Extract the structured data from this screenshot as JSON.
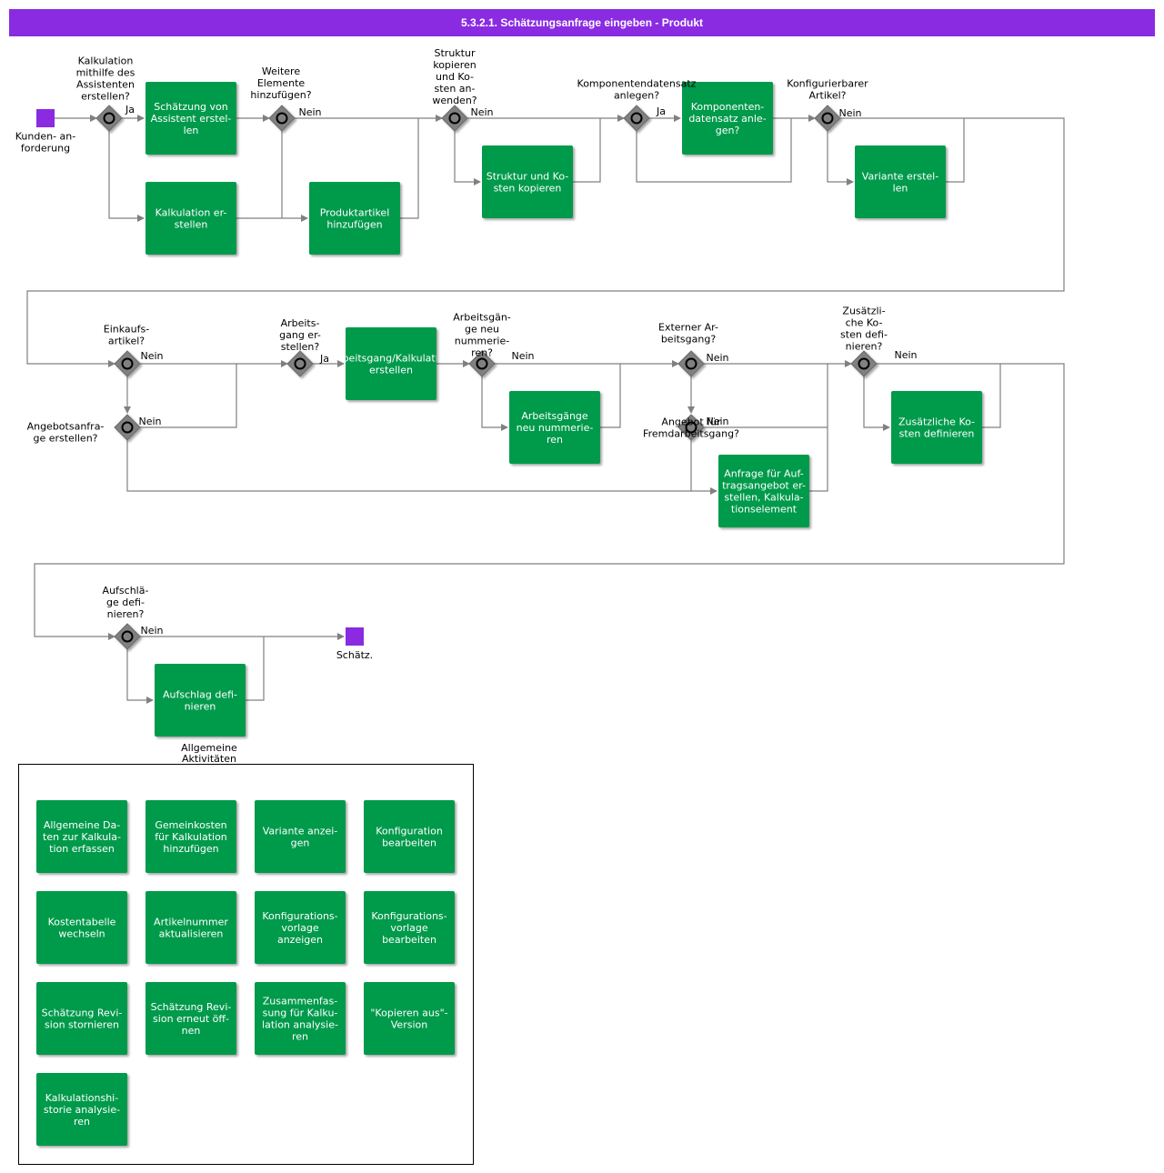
{
  "title": "5.3.2.1. Schätzungsanfrage eingeben - Produkt",
  "colors": {
    "header": "#8a2be2",
    "task": "#009a4b",
    "gateway": "#808080",
    "event": "#8a2be2",
    "line": "#808080"
  },
  "events": [
    {
      "id": "start",
      "label": [
        "Kunden- an-",
        "forderung"
      ]
    },
    {
      "id": "end",
      "label": [
        "Schätz."
      ]
    }
  ],
  "gateways": [
    {
      "id": "g1",
      "question": [
        "Kalkulation",
        "mithilfe des",
        "Assistenten",
        "erstellen?"
      ]
    },
    {
      "id": "g2",
      "question": [
        "Weitere",
        "Elemente",
        "hinzufügen?"
      ]
    },
    {
      "id": "g3",
      "question": [
        "Struktur",
        "kopieren",
        "und Ko-",
        "sten an-",
        "wenden?"
      ]
    },
    {
      "id": "g4",
      "question": [
        "Komponentendatensatz",
        "anlegen?"
      ]
    },
    {
      "id": "g5",
      "question": [
        "Konfigurierbarer",
        "Artikel?"
      ]
    },
    {
      "id": "g6",
      "question": [
        "Einkaufs-",
        "artikel?"
      ]
    },
    {
      "id": "g7",
      "question": [
        "Angebotsanfra-",
        "ge erstellen?"
      ]
    },
    {
      "id": "g8",
      "question": [
        "Arbeits-",
        "gang er-",
        "stellen?"
      ]
    },
    {
      "id": "g9",
      "question": [
        "Arbeitsgän-",
        "ge neu",
        "nummerie-",
        "ren?"
      ]
    },
    {
      "id": "g10",
      "question": [
        "Externer  Ar-",
        "beitsgang?"
      ]
    },
    {
      "id": "g11",
      "question": [
        "Angebot für",
        "Fremdarbeitsgang?"
      ]
    },
    {
      "id": "g12",
      "question": [
        "Zusätzli-",
        "che Ko-",
        "sten defi-",
        "nieren?"
      ]
    },
    {
      "id": "g13",
      "question": [
        "Aufschlä-",
        "ge defi-",
        "nieren?"
      ]
    }
  ],
  "tasks": [
    {
      "id": "t1",
      "label": [
        "Schätzung von",
        "Assistent erstel-",
        "len"
      ]
    },
    {
      "id": "t2",
      "label": [
        "Kalkulation er-",
        "stellen"
      ]
    },
    {
      "id": "t3",
      "label": [
        "Produktartikel",
        "hinzufügen"
      ]
    },
    {
      "id": "t4",
      "label": [
        "Struktur und Ko-",
        "sten kopieren"
      ]
    },
    {
      "id": "t5",
      "label": [
        "Komponenten-",
        "datensatz  anle-",
        "gen?"
      ]
    },
    {
      "id": "t6",
      "label": [
        "Variante erstel-",
        "len"
      ]
    },
    {
      "id": "t7",
      "label": [
        "Arbeitsgang/Kalkulation",
        "erstellen"
      ]
    },
    {
      "id": "t8",
      "label": [
        "Arbeitsgänge",
        "neu nummerie-",
        "ren"
      ]
    },
    {
      "id": "t9",
      "label": [
        "Anfrage für Auf-",
        "tragsangebot er-",
        "stellen, Kalkula-",
        "tionselement"
      ]
    },
    {
      "id": "t10",
      "label": [
        "Zusätzliche Ko-",
        "sten definieren"
      ]
    },
    {
      "id": "t11",
      "label": [
        "Aufschlag defi-",
        "nieren"
      ]
    }
  ],
  "flow_labels": [
    {
      "id": "f1",
      "text": "Ja"
    },
    {
      "id": "f2",
      "text": "Nein"
    },
    {
      "id": "f3",
      "text": "Nein"
    },
    {
      "id": "f4",
      "text": "Ja"
    },
    {
      "id": "f5",
      "text": "Nein"
    },
    {
      "id": "f6",
      "text": "Nein"
    },
    {
      "id": "f7",
      "text": "Nein"
    },
    {
      "id": "f8",
      "text": "Ja"
    },
    {
      "id": "f9",
      "text": "Nein"
    },
    {
      "id": "f10",
      "text": "Nein"
    },
    {
      "id": "f11",
      "text": "Nein"
    },
    {
      "id": "f12",
      "text": "Nein"
    },
    {
      "id": "f13",
      "text": "Nein"
    }
  ],
  "general": {
    "title": [
      "Allgemeine",
      "Aktivitäten"
    ],
    "items": [
      [
        "Allgemeine Da-",
        "ten zur Kalkula-",
        "tion erfassen"
      ],
      [
        "Gemeinkosten",
        "für Kalkulation",
        "hinzufügen"
      ],
      [
        "Variante anzei-",
        "gen"
      ],
      [
        "Konfiguration",
        "bearbeiten"
      ],
      [
        "Kostentabelle",
        "wechseln"
      ],
      [
        "Artikelnummer",
        "aktualisieren"
      ],
      [
        "Konfigurations-",
        "vorlage",
        "anzeigen"
      ],
      [
        "Konfigurations-",
        "vorlage",
        "bearbeiten"
      ],
      [
        "Schätzung Revi-",
        "sion stornieren"
      ],
      [
        "Schätzung Revi-",
        "sion erneut öff-",
        "nen"
      ],
      [
        "Zusammenfas-",
        "sung für Kalku-",
        "lation analysie-",
        "ren"
      ],
      [
        "\"Kopieren aus\"-",
        "Version"
      ],
      [
        "Kalkulationshi-",
        "storie analysie-",
        "ren"
      ]
    ]
  }
}
